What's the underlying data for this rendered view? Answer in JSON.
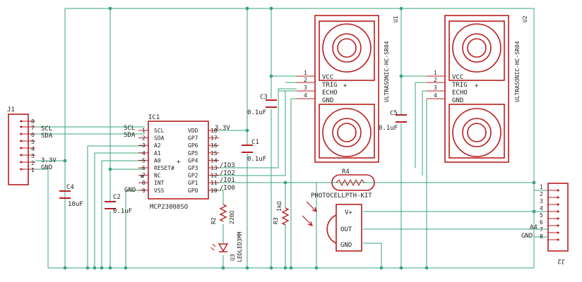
{
  "colors": {
    "wire": "#3aa67a",
    "part": "#b81e1e",
    "text": "#222222",
    "dot": "#3aa67a",
    "background": "#ffffff"
  },
  "j1": {
    "ref": "J1",
    "pins": [
      "8",
      "7",
      "6",
      "5",
      "4",
      "3",
      "2",
      "1"
    ],
    "nets": {
      "scl": "SCL",
      "sda": "SDA",
      "v33": "3.3V",
      "gnd": "GND"
    }
  },
  "ic1": {
    "ref": "IC1",
    "value": "MCP23008SO",
    "left_pins": [
      {
        "name": "SCL",
        "num": "1"
      },
      {
        "name": "SDA",
        "num": "2"
      },
      {
        "name": "A2",
        "num": "3"
      },
      {
        "name": "A1",
        "num": "4"
      },
      {
        "name": "A0",
        "num": "5"
      },
      {
        "name": "RESET#",
        "num": "6"
      },
      {
        "name": "NC",
        "num": "7"
      },
      {
        "name": "INT",
        "num": "8"
      },
      {
        "name": "VSS",
        "num": "9"
      }
    ],
    "right_pins": [
      {
        "name": "VDD",
        "num": "18"
      },
      {
        "name": "GP7",
        "num": "17"
      },
      {
        "name": "GP6",
        "num": "16"
      },
      {
        "name": "GP5",
        "num": "15"
      },
      {
        "name": "GP4",
        "num": "14"
      },
      {
        "name": "GP3",
        "num": "13"
      },
      {
        "name": "GP2",
        "num": "12"
      },
      {
        "name": "GP1",
        "num": "11"
      },
      {
        "name": "GP0",
        "num": "10"
      }
    ],
    "net_labels": {
      "scl": "SCL",
      "sda": "SDA",
      "v33": "3.3V",
      "gnd": "GND",
      "io3": "/IO3",
      "io2": "/IO2",
      "io1": "/IO1",
      "io0": "/IO0"
    }
  },
  "c1": {
    "ref": "C1",
    "value": "0.1uF"
  },
  "c2": {
    "ref": "C2",
    "value": "0.1uF"
  },
  "c3": {
    "ref": "C3",
    "value": "0.1uF"
  },
  "c4": {
    "ref": "C4",
    "value": "10uF"
  },
  "c5": {
    "ref": "C5",
    "value": "0.1uF"
  },
  "r2": {
    "ref": "R2",
    "value": "220Ω"
  },
  "r3": {
    "ref": "R3",
    "value": "1kΩ"
  },
  "r4": {
    "ref": "R4",
    "value": "PHOTOCELLPTH-KIT"
  },
  "led": {
    "ref": "U3",
    "value": "LEDLED3MM"
  },
  "u1": {
    "ref": "U1",
    "value": "ULTRASONIC-HC-SR04",
    "pins": [
      {
        "name": "VCC",
        "num": "1"
      },
      {
        "name": "TRIG",
        "num": "2"
      },
      {
        "name": "ECHO",
        "num": "3"
      },
      {
        "name": "GND",
        "num": "4"
      }
    ]
  },
  "u2": {
    "ref": "U2",
    "value": "ULTRASONIC-HC-SR04",
    "pins": [
      {
        "name": "VCC",
        "num": "1"
      },
      {
        "name": "TRIG",
        "num": "2"
      },
      {
        "name": "ECHO",
        "num": "3"
      },
      {
        "name": "GND",
        "num": "4"
      }
    ]
  },
  "sensor": {
    "pins": {
      "vplus": "V+",
      "out": "OUT",
      "gnd": "GND"
    }
  },
  "j2": {
    "ref": "J2",
    "pins": [
      "1",
      "2",
      "3",
      "4",
      "5",
      "6",
      "7",
      "8"
    ],
    "nets": {
      "a4": "A4",
      "gnd": "GND"
    }
  }
}
